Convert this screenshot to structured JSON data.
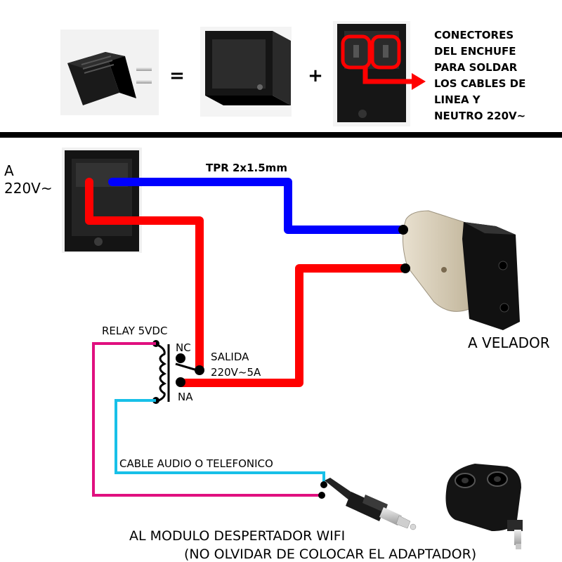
{
  "top_panel": {
    "equals_sign": "=",
    "plus_sign": "+",
    "connector_note_lines": [
      "CONECTORES",
      "DEL ENCHUFE",
      "PARA SOLDAR",
      "LOS CABLES DE",
      "LINEA Y",
      "NEUTRO 220V~"
    ]
  },
  "mains": {
    "label_line1": "A",
    "label_line2": "220V~"
  },
  "cable_label": "TPR 2x1.5mm",
  "lamp_label": "A VELADOR",
  "relay": {
    "title": "RELAY 5VDC",
    "nc_label": "NC",
    "na_label": "NA",
    "output_line1": "SALIDA",
    "output_line2": "220V~5A"
  },
  "audio_cable_label": "CABLE AUDIO O TELEFONICO",
  "bottom": {
    "line1": "AL MODULO DESPERTADOR WIFI",
    "line2": "(NO OLVIDAR DE COLOCAR EL ADAPTADOR)"
  },
  "colors": {
    "live_wire": "#ff0000",
    "neutral_wire": "#0000ff",
    "magenta_wire": "#e0107f",
    "cyan_wire": "#18c0e8",
    "separator": "#000000"
  },
  "icons": [
    "plug-adapter-icon",
    "empty-box-icon",
    "box-connectors-icon",
    "arrow-right-icon",
    "lamp-socket-icon",
    "audio-jack-icon",
    "jack-splitter-icon",
    "relay-coil-icon"
  ]
}
